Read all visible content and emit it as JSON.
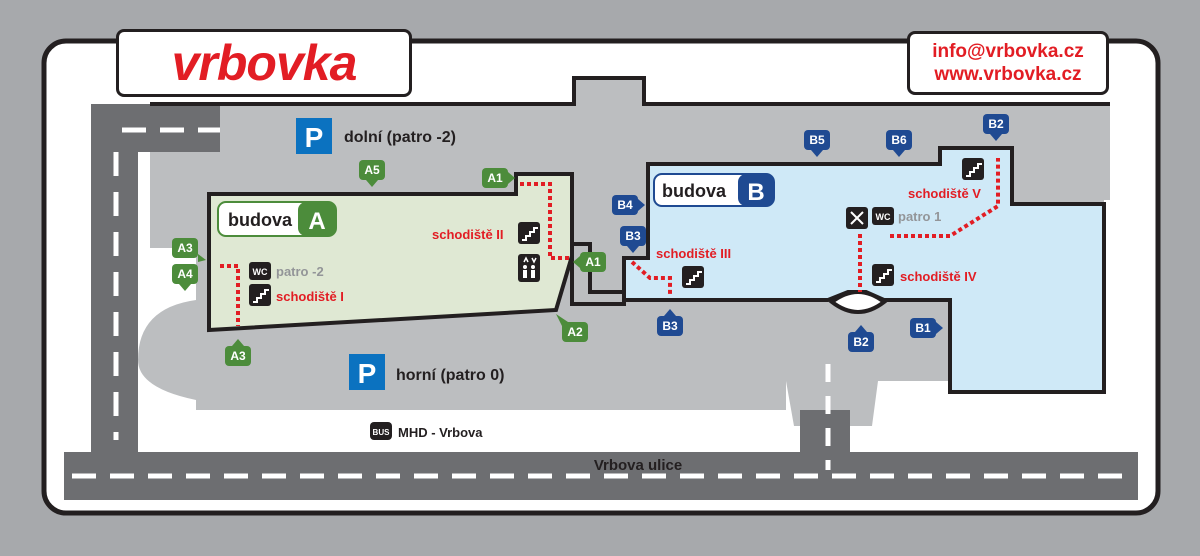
{
  "logo": {
    "text": "vrbovka"
  },
  "contact": {
    "email": "info@vrbovka.cz",
    "web": "www.vrbovka.cz"
  },
  "buildings": {
    "a": {
      "label": "budova",
      "letter": "A"
    },
    "b": {
      "label": "budova",
      "letter": "B"
    }
  },
  "parking": {
    "lower": {
      "symbol": "P",
      "label": "dolní (patro -2)"
    },
    "upper": {
      "symbol": "P",
      "label": "horní (patro 0)"
    }
  },
  "bus": {
    "icon": "BUS",
    "label": "MHD - Vrbova"
  },
  "street": {
    "label": "Vrbova ulice"
  },
  "stairs": {
    "s1": "schodiště I",
    "s2": "schodiště II",
    "s3": "schodiště III",
    "s4": "schodiště IV",
    "s5": "schodiště V"
  },
  "floors": {
    "a": "patro -2",
    "b": "patro 1"
  },
  "wc": {
    "label": "WC"
  },
  "entrances": {
    "a5": "A5",
    "a1_top": "A1",
    "a1_right": "A1",
    "a3_top": "A3",
    "a4": "A4",
    "a3_bottom": "A3",
    "a2": "A2",
    "b5": "B5",
    "b6": "B6",
    "b2_top": "B2",
    "b4": "B4",
    "b3_top": "B3",
    "b3_bottom": "B3",
    "b2_bottom": "B2",
    "b1": "B1"
  },
  "colors": {
    "background": "#a7a9ac",
    "road": "#6d6e71",
    "area": "#bcbec0",
    "building_a": "#dfe8d3",
    "building_b": "#cfe9f7",
    "green": "#4c8c3b",
    "blue": "#1f4a92",
    "parking_blue": "#0b72c0",
    "red": "#e21d24"
  }
}
